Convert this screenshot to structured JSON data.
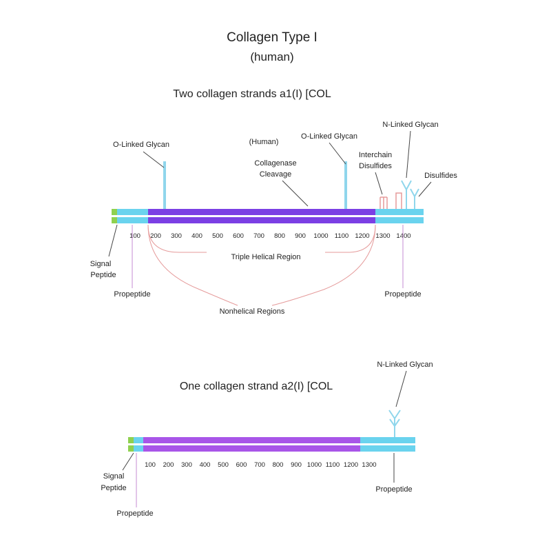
{
  "title": "Collagen Type I",
  "subtitle": "(human)",
  "colors": {
    "signal": "#8fd14f",
    "propeptide": "#6ad3ee",
    "helix": "#7b3fe4",
    "helix2": "#a855e8",
    "glycan": "#8fd6ec",
    "callout": "#e59a9a",
    "line": "#444444"
  },
  "strand1": {
    "heading": "Two collagen strands a1(I) [COL",
    "ticks": [
      "100",
      "200",
      "300",
      "400",
      "500",
      "600",
      "700",
      "800",
      "900",
      "1000",
      "1100",
      "1200",
      "1300",
      "1400"
    ],
    "labels": {
      "o_glycan_left": "O-Linked Glycan",
      "human": "(Human)",
      "o_glycan_right": "O-Linked Glycan",
      "n_glycan": "N-Linked Glycan",
      "interchain_1": "Interchain",
      "interchain_2": "Disulfides",
      "disulfides": "Disulfides",
      "collagenase_1": "Collagenase",
      "collagenase_2": "Cleavage",
      "signal_1": "Signal",
      "signal_2": "Peptide",
      "propeptide_left": "Propeptide",
      "triple_helical": "Triple Helical Region",
      "propeptide_right": "Propeptide",
      "nonhelical": "Nonhelical Regions"
    }
  },
  "strand2": {
    "heading": "One collagen strand a2(I) [COL",
    "ticks": [
      "100",
      "200",
      "300",
      "400",
      "500",
      "600",
      "700",
      "800",
      "900",
      "1000",
      "1100",
      "1200",
      "1300"
    ],
    "labels": {
      "n_glycan": "N-Linked Glycan",
      "signal_1": "Signal",
      "signal_2": "Peptide",
      "propeptide_left": "Propeptide",
      "propeptide_right": "Propeptide"
    }
  }
}
